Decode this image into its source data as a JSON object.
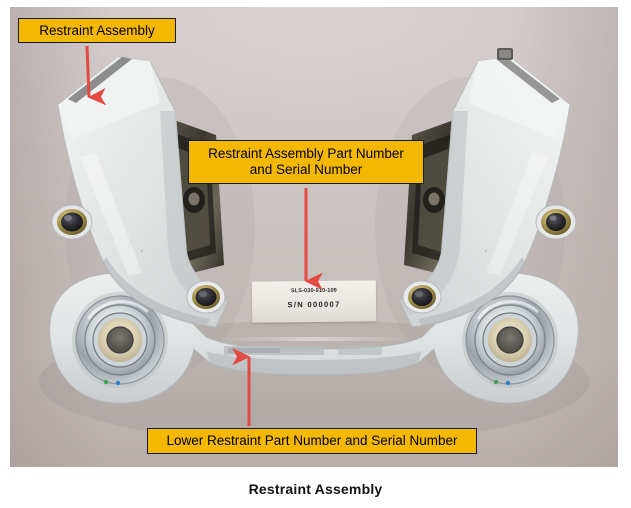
{
  "figure": {
    "caption": "Restraint Assembly"
  },
  "photo": {
    "alt_name": "restraint-assembly-photo",
    "background_color": "#cdc5c3"
  },
  "callouts": [
    {
      "id": "restraint-assembly",
      "label": "Restraint Assembly",
      "box_color": "#f5b800",
      "border_color": "#1a1a1a",
      "text_color": "#000000",
      "arrow_color": "#e24a42"
    },
    {
      "id": "restraint-assembly-part-number",
      "label": "Restraint Assembly Part Number and Serial Number",
      "line1": "Restraint Assembly Part Number",
      "line2": "and Serial Number",
      "box_color": "#f5b800",
      "border_color": "#1a1a1a",
      "text_color": "#000000",
      "arrow_color": "#e24a42"
    },
    {
      "id": "lower-restraint-part-number",
      "label": "Lower Restraint Part Number and Serial Number",
      "box_color": "#f5b800",
      "border_color": "#1a1a1a",
      "text_color": "#000000",
      "arrow_color": "#e24a42"
    }
  ],
  "part_label": {
    "part_number": "SLS-030-910-109",
    "serial_number": "S/N  000007"
  }
}
